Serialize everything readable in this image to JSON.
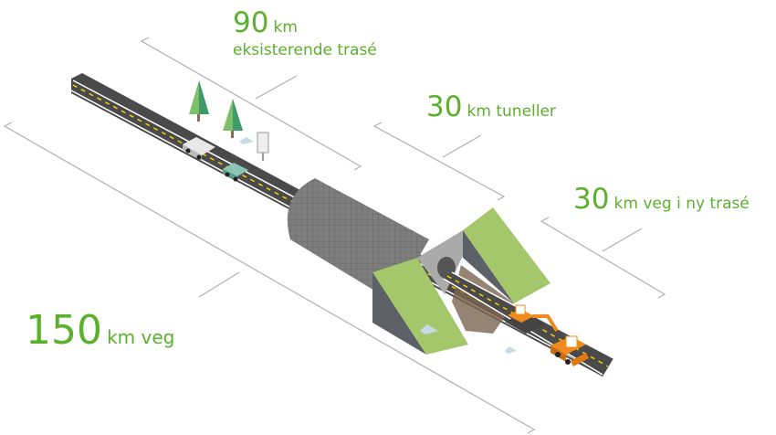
{
  "labels": {
    "existing": {
      "number": "90",
      "unit": "km",
      "text": "eksisterende trasé"
    },
    "tunnels": {
      "number": "30",
      "unit": "km tuneller"
    },
    "new_road": {
      "number": "30",
      "unit": "km veg i ny trasé"
    },
    "total": {
      "number": "150",
      "unit": "km veg"
    }
  },
  "colors": {
    "accent": "#5bb02c",
    "grass": "#a3c76a",
    "road": "#4a4a4a",
    "tunnel": "#7c7c7c",
    "machine": "#f08a1c",
    "bracket": "#b0b0b0"
  }
}
